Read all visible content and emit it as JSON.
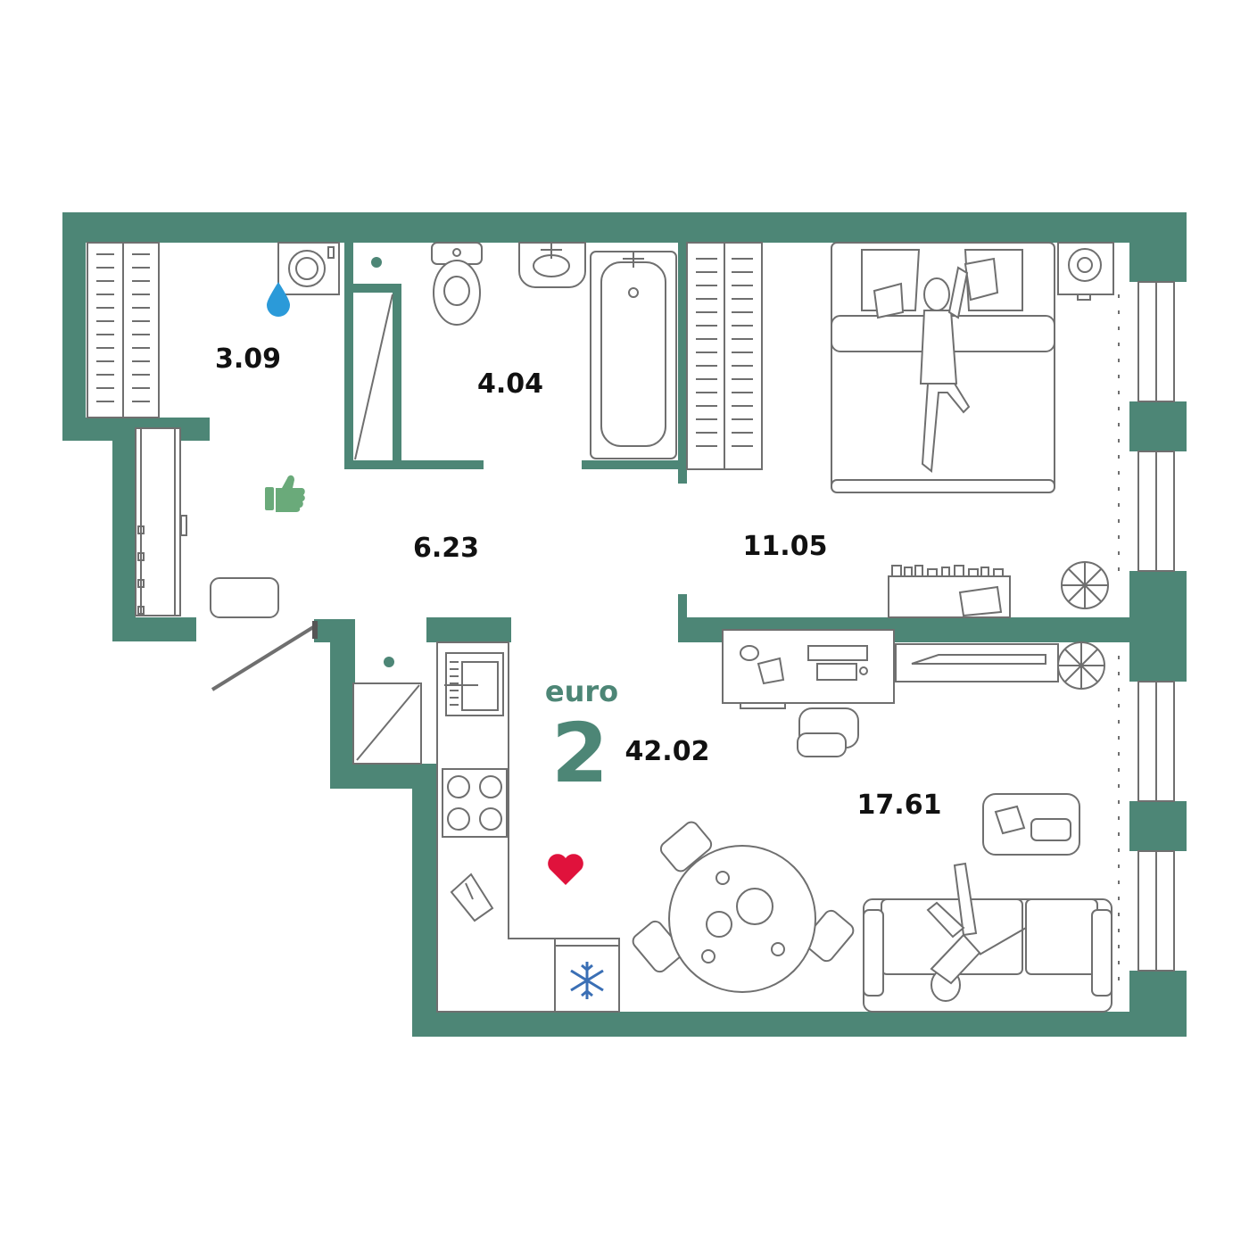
{
  "apartment": {
    "type_label": "euro",
    "rooms": "2",
    "total_area": "42.02"
  },
  "rooms": [
    {
      "id": "laundry",
      "area": "3.09"
    },
    {
      "id": "bathroom",
      "area": "4.04"
    },
    {
      "id": "hallway",
      "area": "6.23"
    },
    {
      "id": "bedroom",
      "area": "11.05"
    },
    {
      "id": "kitchen-living",
      "area": "17.61"
    }
  ],
  "icons": [
    "water-drop-icon",
    "thumbs-up-icon",
    "heart-icon",
    "snowflake-icon"
  ],
  "colors": {
    "wall": "#4d8676",
    "furniture_stroke": "#6f6f6f",
    "water_drop": "#2b9ad9",
    "thumbs_up": "#6aaa7a",
    "heart": "#e0123c",
    "snowflake": "#3a6fb5"
  }
}
